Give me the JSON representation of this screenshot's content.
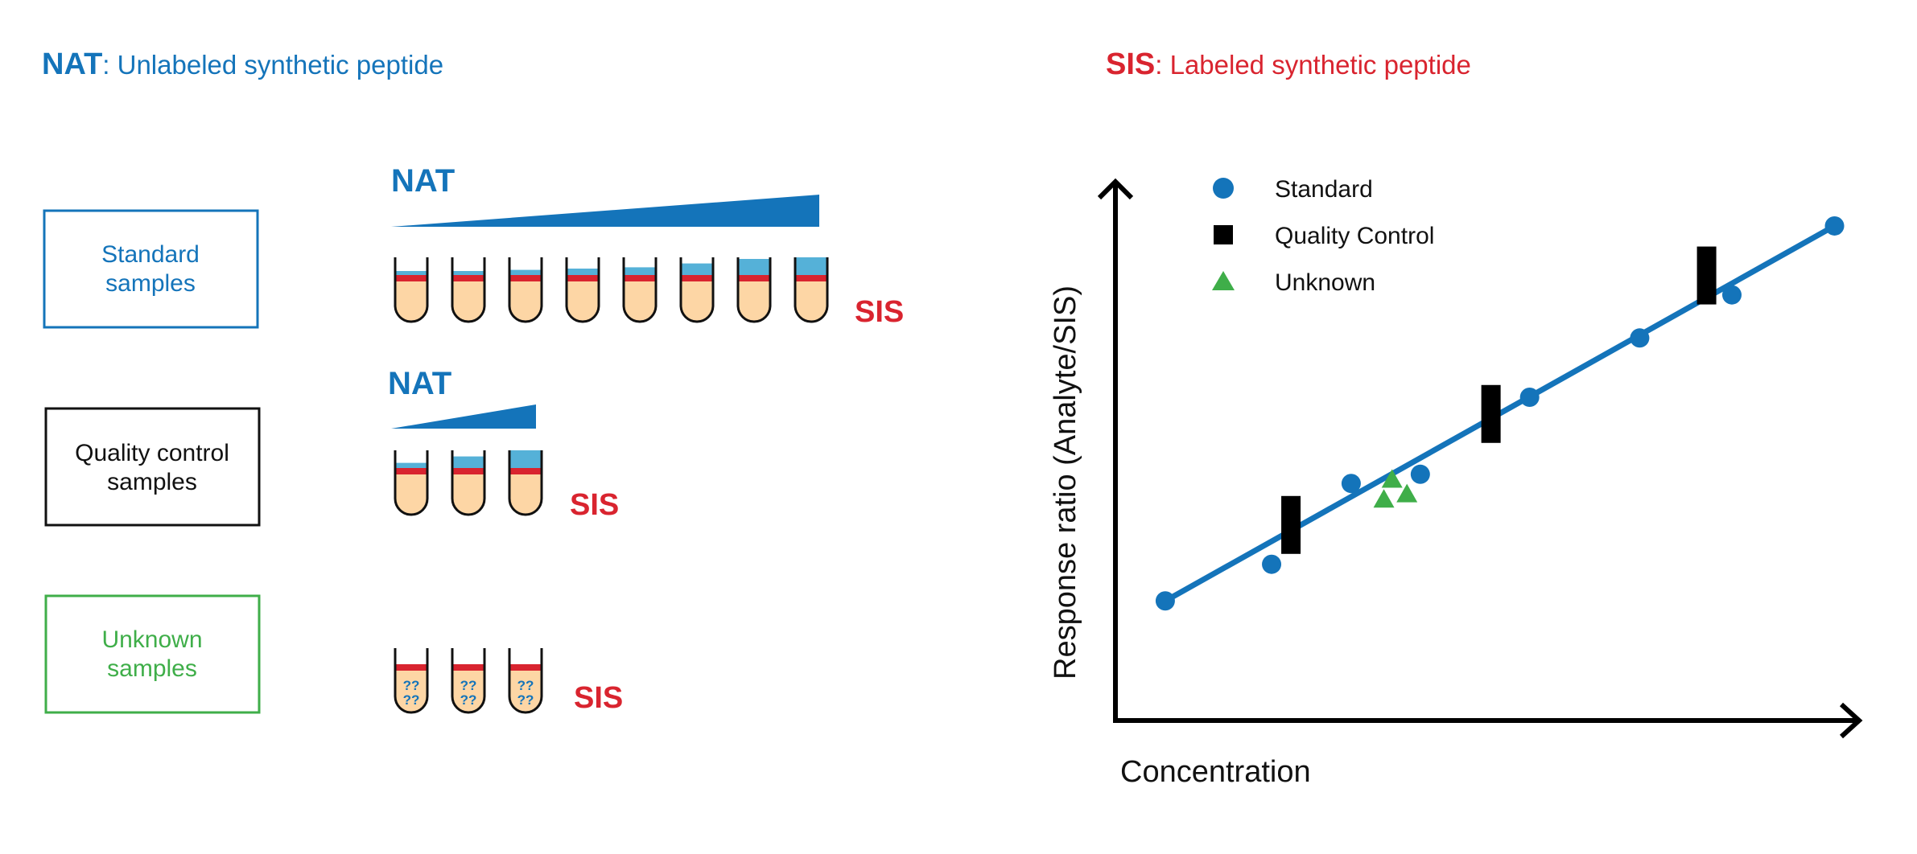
{
  "colors": {
    "nat_blue": "#1474ba",
    "sis_red": "#d9242f",
    "unknown_green": "#3fae49",
    "tube_fill": "#fdd6a5",
    "nat_fill": "#55b1d8",
    "qc_black": "#000000"
  },
  "header": {
    "nat": {
      "abbr": "NAT",
      "desc": ": Unlabeled synthetic peptide"
    },
    "sis": {
      "abbr": "SIS",
      "desc": ": Labeled synthetic peptide"
    }
  },
  "samples": {
    "standard": {
      "line1": "Standard",
      "line2": "samples",
      "nat_label": "NAT",
      "sis_label": "SIS",
      "nat_fill_fractions": [
        0.04,
        0.06,
        0.08,
        0.1,
        0.12,
        0.18,
        0.25,
        0.35
      ]
    },
    "qc": {
      "line1": "Quality control",
      "line2": "samples",
      "nat_label": "NAT",
      "sis_label": "SIS",
      "nat_fill_fractions": [
        0.08,
        0.18,
        0.32
      ]
    },
    "unknown": {
      "line1": "Unknown",
      "line2": "samples",
      "sis_label": "SIS",
      "mark": "??"
    }
  },
  "legend": [
    {
      "marker": "circle",
      "color": "#1474ba",
      "label": "Standard"
    },
    {
      "marker": "square",
      "color": "#000000",
      "label": "Quality Control"
    },
    {
      "marker": "triangle",
      "color": "#3fae49",
      "label": "Unknown"
    }
  ],
  "chart_data": {
    "type": "scatter",
    "xlabel": "Concentration",
    "ylabel": "Response ratio (Analyte/SIS)",
    "xlim": [
      0,
      1
    ],
    "ylim": [
      0,
      1
    ],
    "series": [
      {
        "name": "Standard",
        "marker": "circle",
        "x": [
          0.067,
          0.21,
          0.317,
          0.41,
          0.557,
          0.705,
          0.829,
          0.967
        ],
        "y": [
          0.222,
          0.29,
          0.44,
          0.457,
          0.6,
          0.71,
          0.79,
          0.918
        ]
      },
      {
        "name": "Quality Control",
        "marker": "rect",
        "x": [
          0.236,
          0.505,
          0.795
        ],
        "y": [
          0.363,
          0.569,
          0.826
        ]
      },
      {
        "name": "Unknown",
        "marker": "triangle",
        "x": [
          0.361,
          0.372,
          0.392
        ],
        "y": [
          0.41,
          0.447,
          0.42
        ]
      }
    ],
    "fit_line": {
      "x": [
        0.067,
        0.967
      ],
      "y": [
        0.222,
        0.918
      ]
    }
  }
}
